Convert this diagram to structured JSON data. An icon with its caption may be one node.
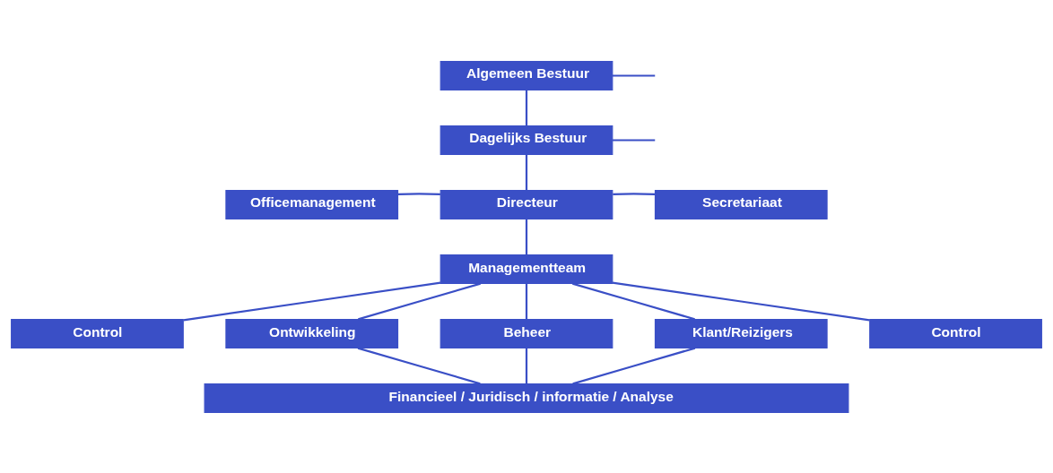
{
  "diagram": {
    "nodes": [
      {
        "text": [
          "Algemeen Bestuur"
        ]
      },
      {
        "text": [
          "Dagelijks Bestuur"
        ]
      },
      {
        "text": [
          "Officemanagement"
        ]
      },
      {
        "text": [
          "Directeur"
        ]
      },
      {
        "text": [
          "Secretariaat"
        ]
      },
      {
        "text": [
          "Managementteam"
        ]
      },
      {
        "text": [
          "Control"
        ]
      },
      {
        "text": [
          "Ontwikkeling"
        ]
      },
      {
        "text": [
          "Beheer"
        ]
      },
      {
        "text": [
          "Klant/Reizigers"
        ]
      },
      {
        "text": [
          "Control"
        ]
      },
      {
        "text": [
          "Financieel / Juridisch / informatie / Analyse"
        ]
      }
    ],
    "edges": [
      {
        "from": 0,
        "to": 1,
        "arrow": "none"
      },
      {
        "from": 0,
        "to": null,
        "arrow": "none"
      },
      {
        "from": 1,
        "to": 3,
        "arrow": "none"
      },
      {
        "from": 1,
        "to": null,
        "arrow": "none"
      },
      {
        "from": 2,
        "to": 3,
        "arrow": "none"
      },
      {
        "from": 3,
        "to": 4,
        "arrow": "none"
      },
      {
        "from": 3,
        "to": 5,
        "arrow": "none"
      },
      {
        "from": 5,
        "to": 6,
        "arrow": "none"
      },
      {
        "from": 5,
        "to": 7,
        "arrow": "none"
      },
      {
        "from": 5,
        "to": 8,
        "arrow": "none"
      },
      {
        "from": 5,
        "to": 9,
        "arrow": "none"
      },
      {
        "from": 5,
        "to": 10,
        "arrow": "none"
      },
      {
        "from": 7,
        "to": 11,
        "arrow": "none"
      },
      {
        "from": 8,
        "to": 11,
        "arrow": "none"
      },
      {
        "from": 9,
        "to": 11,
        "arrow": "none"
      }
    ]
  }
}
